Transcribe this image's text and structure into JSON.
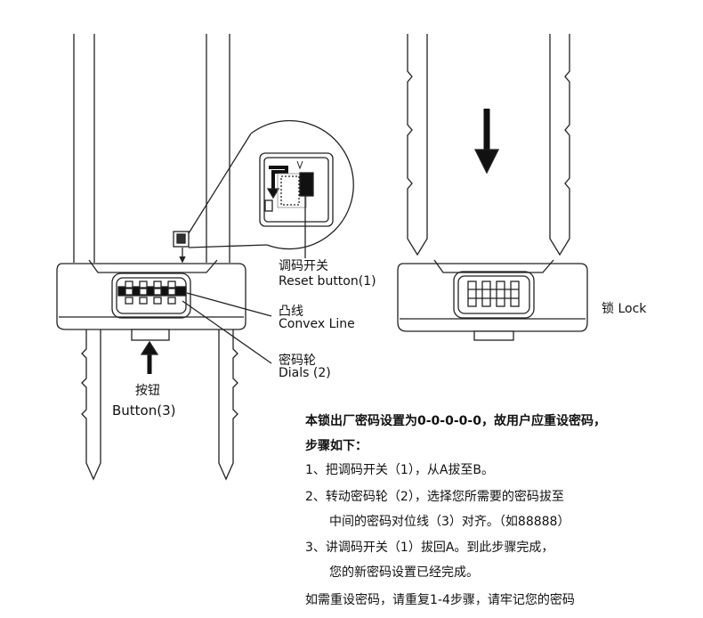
{
  "labels": {
    "reset_cn": "调码开关",
    "reset_en": "Reset button(1)",
    "convex_cn": "凸线",
    "convex_en": "Convex Line",
    "dials_cn": "密码轮",
    "dials_en": "Dials (2)",
    "button_cn": "按钮",
    "button_en": "Button(3)",
    "lock": "锁 Lock"
  },
  "instructions": {
    "intro": "本锁出厂密码设置为0-0-0-0-0，故用户应重设密码，",
    "steps_heading": "步骤如下：",
    "step1": "1、把调码开关（1），从A拔至B。",
    "step2a": "2、转动密码轮（2），选择您所需要的密码拔至",
    "step2b": "中间的密码对位线（3）对齐。（如88888）",
    "step3a": "3、讲调码开关（1）拔回A。到此步骤完成，",
    "step3b": "您的新密码设置已经完成。",
    "footer": "如需重设密码，请重复1-4步骤，请牢记您的密码"
  }
}
